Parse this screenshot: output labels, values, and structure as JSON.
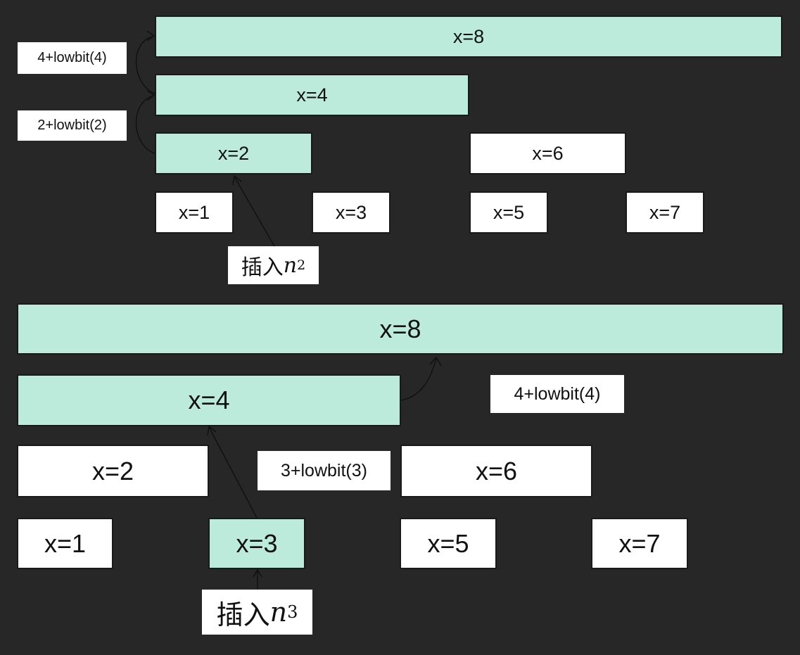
{
  "top_diagram": {
    "nodes": {
      "x8": "x=8",
      "x4": "x=4",
      "x2": "x=2",
      "x6": "x=6",
      "x1": "x=1",
      "x3": "x=3",
      "x5": "x=5",
      "x7": "x=7"
    },
    "labels": {
      "step_4": "4+lowbit(4)",
      "step_2": "2+lowbit(2)"
    },
    "insert": {
      "cjk": "插入",
      "var": "n",
      "sub": "2"
    }
  },
  "bottom_diagram": {
    "nodes": {
      "x8": "x=8",
      "x4": "x=4",
      "x2": "x=2",
      "x6": "x=6",
      "x1": "x=1",
      "x3": "x=3",
      "x5": "x=5",
      "x7": "x=7"
    },
    "labels": {
      "step_4": "4+lowbit(4)",
      "step_3": "3+lowbit(3)"
    },
    "insert": {
      "cjk": "插入",
      "var": "n",
      "sub": "3"
    }
  },
  "colors": {
    "background": "#272727",
    "highlight": "#bceadb",
    "plain": "#ffffff",
    "stroke": "#111111"
  }
}
